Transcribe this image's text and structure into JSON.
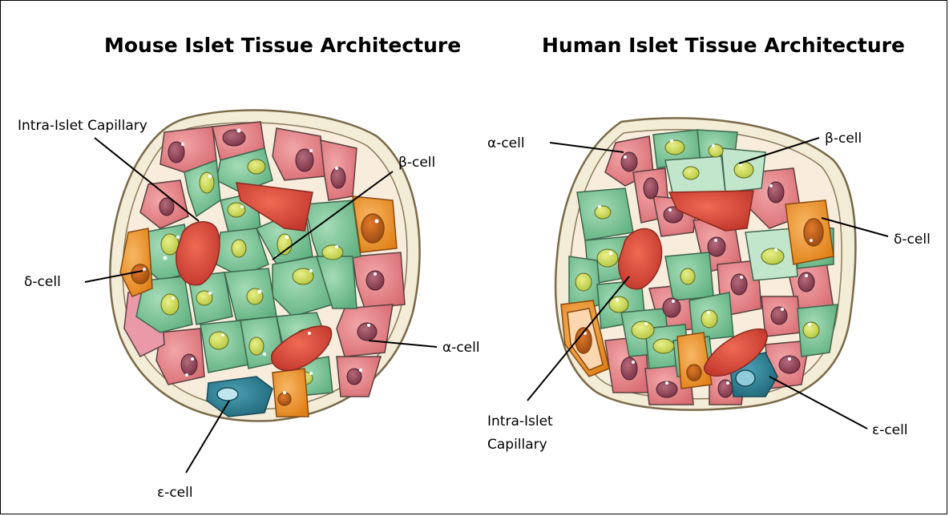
{
  "titles": {
    "mouse": "Mouse Islet Tissue Architecture",
    "human": "Human Islet Tissue Architecture"
  },
  "mouse_labels": {
    "capillary": "Intra-Islet Capillary",
    "beta": "β-cell",
    "delta": "δ-cell",
    "alpha": "α-cell",
    "epsilon": "ε-cell"
  },
  "human_labels": {
    "alpha": "α-cell",
    "beta": "β-cell",
    "delta": "δ-cell",
    "capillary_line1": "Intra-Islet",
    "capillary_line2": "Capillary",
    "epsilon": "ε-cell"
  },
  "colors": {
    "alpha_cell": "#e07c80",
    "beta_cell": "#7cc49a",
    "delta_cell": "#f2952e",
    "epsilon_cell": "#2f7f93",
    "capillary": "#d9483c",
    "capsule": "#f3ecd6"
  }
}
